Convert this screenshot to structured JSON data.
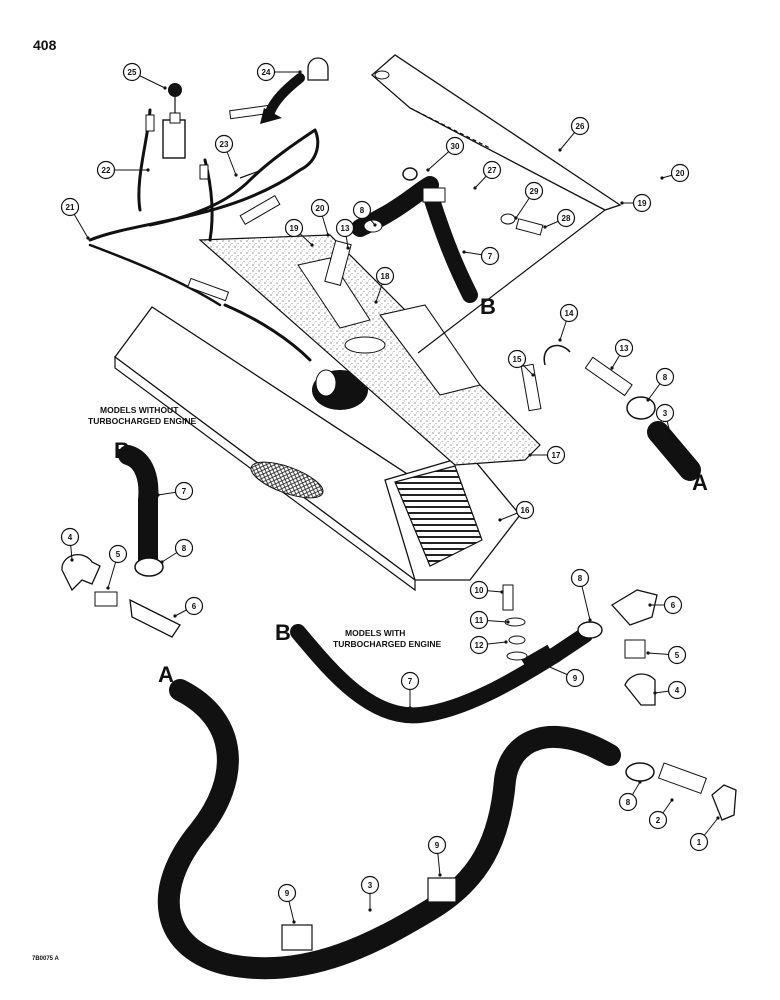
{
  "page_number": "408",
  "notes": {
    "without_turbo": [
      "MODELS WITHOUT",
      "TURBOCHARGED ENGINE"
    ],
    "with_turbo": [
      "MODELS WITH",
      "TURBOCHARGED ENGINE"
    ]
  },
  "hose_end_labels": {
    "a_upper": "A",
    "a_lower": "A",
    "b_upper": "B",
    "b_left": "B",
    "b_right": "B"
  },
  "figure_number": "7B0075 A",
  "callouts": {
    "c25": "25",
    "c24": "24",
    "c22": "22",
    "c23": "23",
    "c21": "21",
    "c26": "26",
    "c20a": "20",
    "c19a": "19",
    "c30": "30",
    "c27": "27",
    "c29": "29",
    "c28": "28",
    "c8a": "8",
    "c7a": "7",
    "c20b": "20",
    "c19b": "19",
    "c13a": "13",
    "c18": "18",
    "c14": "14",
    "c13b": "13",
    "c15": "15",
    "c8b": "8",
    "c3a": "3",
    "c17": "17",
    "c16": "16",
    "c7b": "7",
    "c8c": "8",
    "c4a": "4",
    "c5a": "5",
    "c6a": "6",
    "c10": "10",
    "c11": "11",
    "c12": "12",
    "c8d": "8",
    "c6b": "6",
    "c5b": "5",
    "c4b": "4",
    "c9a": "9",
    "c7c": "7",
    "c8e": "8",
    "c2": "2",
    "c1": "1",
    "c9b": "9",
    "c9c": "9",
    "c3b": "3"
  }
}
